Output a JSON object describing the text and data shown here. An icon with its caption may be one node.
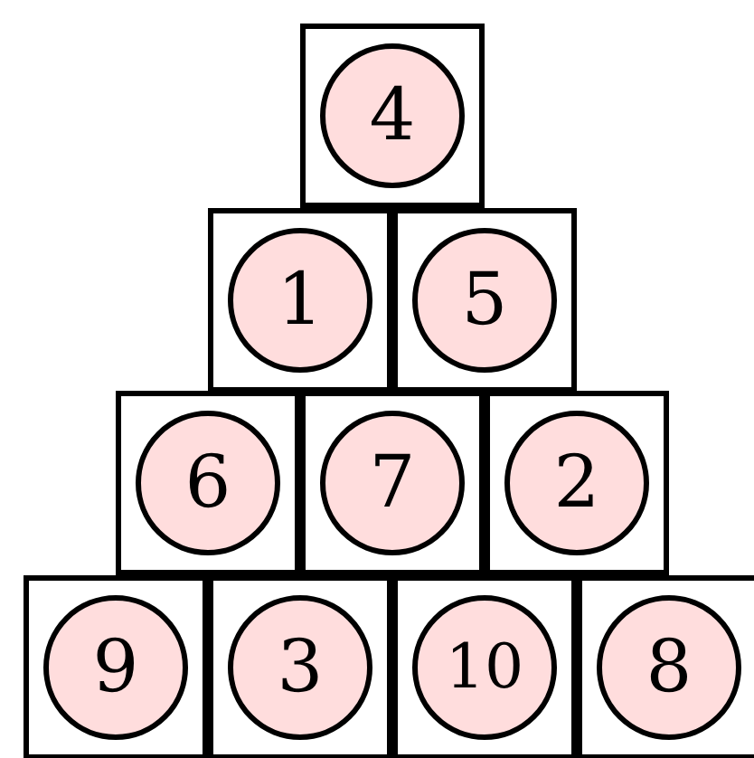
{
  "diagram": {
    "nodes": [
      {
        "text": [],
        "shape": "box"
      },
      {
        "text": [
          "4"
        ],
        "in": 0
      },
      {
        "text": [],
        "shape": "box"
      },
      {
        "text": [
          "1"
        ],
        "in": 2
      },
      {
        "text": [],
        "shape": "box"
      },
      {
        "text": [
          "5"
        ],
        "in": 4
      },
      {
        "text": [],
        "shape": "box"
      },
      {
        "text": [
          "6"
        ],
        "in": 6
      },
      {
        "text": [],
        "shape": "box"
      },
      {
        "text": [
          "7"
        ],
        "in": 8
      },
      {
        "text": [],
        "shape": "box"
      },
      {
        "text": [
          "2"
        ],
        "in": 10
      },
      {
        "text": [],
        "shape": "box"
      },
      {
        "text": [
          "9"
        ],
        "in": 12
      },
      {
        "text": [],
        "shape": "box"
      },
      {
        "text": [
          "3"
        ],
        "in": 14
      },
      {
        "text": [],
        "shape": "box"
      },
      {
        "text": [
          "10"
        ],
        "in": 16
      },
      {
        "text": [],
        "shape": "box"
      },
      {
        "text": [
          "8"
        ],
        "in": 18
      }
    ]
  }
}
